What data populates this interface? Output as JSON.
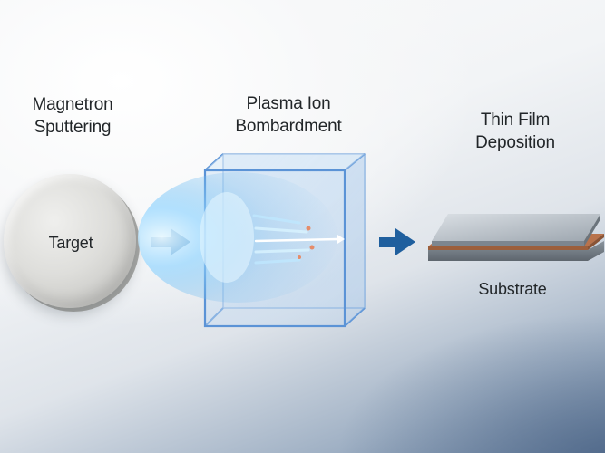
{
  "stages": {
    "magnetron": {
      "line1": "Magnetron",
      "line2": "Sputtering"
    },
    "plasma": {
      "line1": "Plasma Ion",
      "line2": "Bombardment"
    },
    "thin_film": {
      "line1": "Thin Film",
      "line2": "Deposition"
    }
  },
  "target": {
    "label": "Target"
  },
  "substrate": {
    "label": "Substrate"
  },
  "colors": {
    "arrow": "#1f5f9e",
    "box_edge": "#5b93d6",
    "plasma_glow": "#8fd2ff",
    "film_copper": "#b8734c"
  }
}
